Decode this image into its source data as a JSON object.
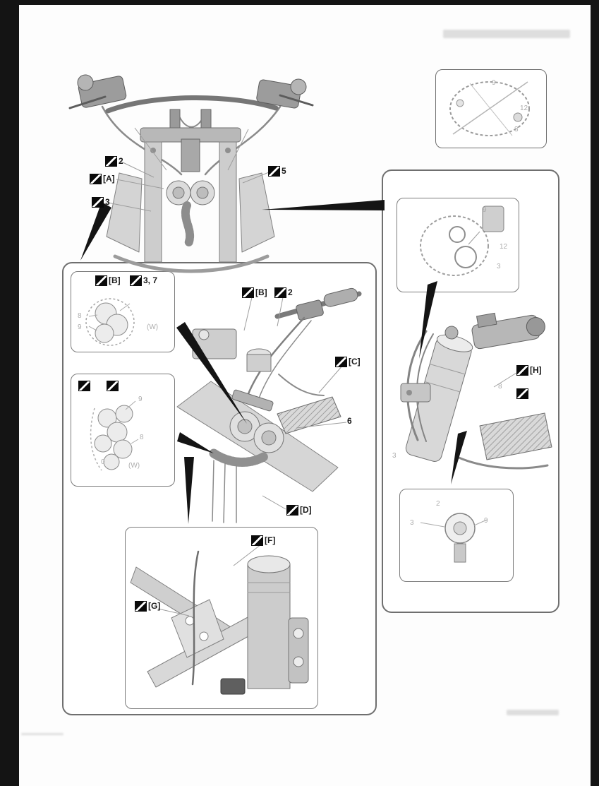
{
  "callouts": {
    "c2": "2",
    "cA": "[A]",
    "c3": "3",
    "c5": "5",
    "cB1": "[B]",
    "c37": "3, 7",
    "cB2": "[B]",
    "c2b": "2",
    "cC": "[C]",
    "c6": "6",
    "cD": "[D]",
    "cF": "[F]",
    "cG": "[G]",
    "cH": "[H]"
  },
  "annotations": {
    "oval_box": [
      "9",
      "12",
      "3"
    ],
    "right_top_box": [
      "9",
      "12",
      "3"
    ],
    "right_main": [
      "8",
      "3"
    ],
    "right_bottom_box": [
      "2",
      "3",
      "9"
    ],
    "center_top_box": [
      "8",
      "9",
      "(W)"
    ],
    "center_mid_box": [
      "9",
      "8",
      "0",
      "(W)"
    ]
  },
  "colors": {
    "arrow": "#141414",
    "line_art": "#7d7d7d",
    "fill_light": "#d9d9d9",
    "annotation_gray": "#adadad",
    "box_border": "#6f6f6f"
  }
}
